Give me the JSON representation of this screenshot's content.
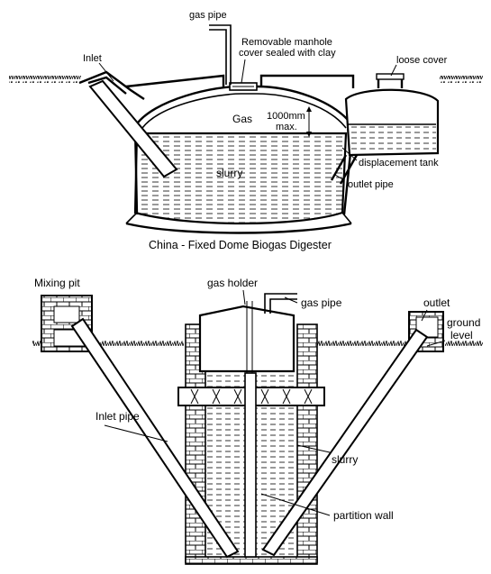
{
  "top_diagram": {
    "caption": "China - Fixed Dome Biogas Digester",
    "labels": {
      "gas_pipe": "gas pipe",
      "manhole_line1": "Removable manhole",
      "manhole_line2": "cover sealed with clay",
      "inlet": "Inlet",
      "loose_cover": "loose cover",
      "gas": "Gas",
      "depth_line1": "1000mm",
      "depth_line2": "max.",
      "slurry": "slurry",
      "displacement_tank": "displacement tank",
      "outlet_pipe": "outlet pipe"
    }
  },
  "bottom_diagram": {
    "labels": {
      "mixing_pit": "Mixing pit",
      "gas_holder": "gas holder",
      "gas_pipe": "gas pipe",
      "outlet": "outlet",
      "ground_line1": "ground",
      "ground_line2": "level",
      "inlet_pipe": "Inlet pipe",
      "slurry": "slurry",
      "partition_wall": "partition wall"
    }
  }
}
